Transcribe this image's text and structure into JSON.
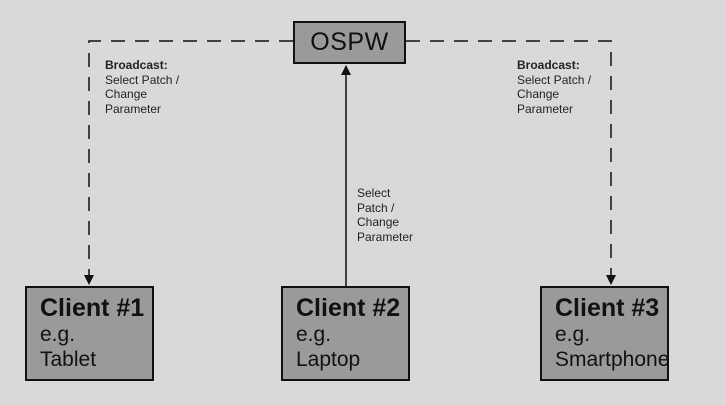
{
  "server": {
    "label": "OSPW"
  },
  "clients": [
    {
      "title": "Client #1",
      "eg": "e.g.",
      "device": "Tablet"
    },
    {
      "title": "Client #2",
      "eg": "e.g.",
      "device": "Laptop"
    },
    {
      "title": "Client #3",
      "eg": "e.g.",
      "device": "Smartphone"
    }
  ],
  "edges": {
    "left": {
      "heading": "Broadcast:",
      "lines": [
        "Select Patch /",
        "Change",
        "Parameter"
      ]
    },
    "middle": {
      "lines": [
        "Select",
        "Patch /",
        "Change",
        "Parameter"
      ]
    },
    "right": {
      "heading": "Broadcast:",
      "lines": [
        "Select Patch /",
        "Change",
        "Parameter"
      ]
    }
  },
  "colors": {
    "background": "#d9d9d9",
    "node_fill": "#9a9a9a",
    "stroke": "#111111"
  }
}
